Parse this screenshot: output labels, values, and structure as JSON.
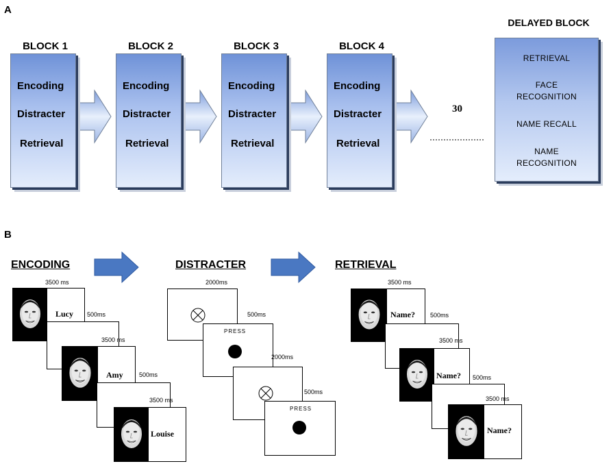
{
  "panel_a": {
    "label": "A",
    "blocks": [
      {
        "title": "BLOCK 1",
        "items": [
          "Encoding",
          "Distracter",
          "Retrieval"
        ]
      },
      {
        "title": "BLOCK 2",
        "items": [
          "Encoding",
          "Distracter",
          "Retrieval"
        ]
      },
      {
        "title": "BLOCK 3",
        "items": [
          "Encoding",
          "Distracter",
          "Retrieval"
        ]
      },
      {
        "title": "BLOCK 4",
        "items": [
          "Encoding",
          "Distracter",
          "Retrieval"
        ]
      }
    ],
    "continuation_count": "30",
    "delayed_block": {
      "title": "DELAYED BLOCK",
      "items": [
        "RETRIEVAL",
        "FACE\nRECOGNITION",
        "NAME RECALL",
        "NAME\nRECOGNITION"
      ]
    }
  },
  "panel_b": {
    "label": "B",
    "encoding": {
      "title": "ENCODING",
      "trials": [
        {
          "name": "Lucy",
          "face_time": "3500 ms",
          "isi_time": "500ms"
        },
        {
          "name": "Amy",
          "face_time": "3500 ms",
          "isi_time": "500ms"
        },
        {
          "name": "Louise",
          "face_time": "3500 ms"
        }
      ]
    },
    "distracter": {
      "title": "DISTRACTER",
      "trials": [
        {
          "cue_time": "2000ms",
          "isi_time": "500ms",
          "press_label": "PRESS"
        },
        {
          "cue_time": "2000ms",
          "isi_time": "500ms",
          "press_label": "PRESS"
        }
      ]
    },
    "retrieval": {
      "title": "RETRIEVAL",
      "trials": [
        {
          "prompt": "Name?",
          "face_time": "3500 ms",
          "isi_time": "500ms"
        },
        {
          "prompt": "Name?",
          "face_time": "3500 ms",
          "isi_time": "500ms"
        },
        {
          "prompt": "Name?",
          "face_time": "3500 ms"
        }
      ]
    }
  },
  "colors": {
    "block_top": "#6f92d8",
    "block_bottom": "#e4edfc",
    "flow_arrow": "#4a78c2"
  }
}
